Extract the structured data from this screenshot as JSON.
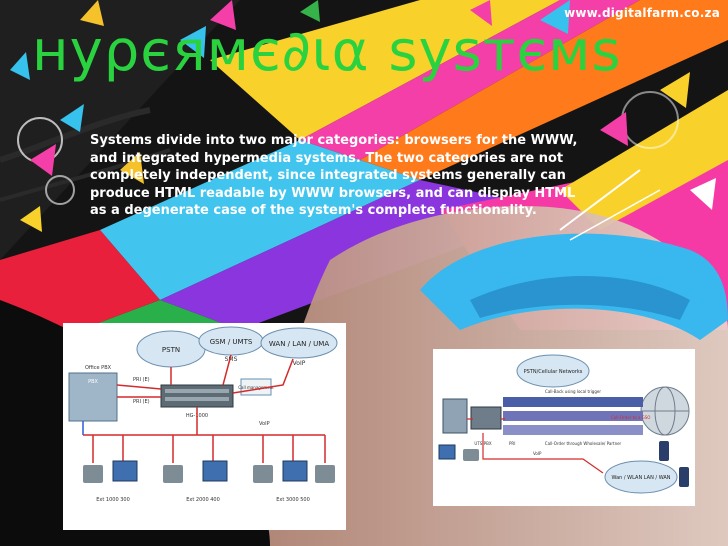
{
  "watermark": "www.digitalfarm.co.za",
  "title": "нуρєямє∂ια ѕуѕтємѕ",
  "body": "Systems divide into two major categories: browsers for the WWW, and integrated hypermedia systems. The two categories are not completely independent, since integrated systems generally can produce HTML readable by WWW browsers, and can display HTML as a degenerate case of the system's complete functionality.",
  "diagram_left": {
    "clouds": [
      "PSTN",
      "GSM / UMTS",
      "WAN / LAN / UMA"
    ],
    "labels": {
      "office_pbx": "Office PBX",
      "pbx": "PBX",
      "sms": "SMS",
      "voip": "VoIP",
      "call_management": "Call management",
      "hg": "HG-1000",
      "pri_a": "PRI (E)",
      "pri_b": "PRI (E)",
      "voip_wire": "VoIP"
    },
    "devices": [
      "Ext 1000\n300",
      "Ext 2000\n400",
      "Ext 3000\n500"
    ]
  },
  "diagram_right": {
    "clouds": [
      "PSTN/Cellular Networks",
      "Wan / WLAN\nLAN / WAN"
    ],
    "labels": {
      "call_back": "Call-Back using local trigger",
      "call_order": "Call-Order to a GSO",
      "call_order_2": "Call-Order through Wholesale/ Partner",
      "uts": "UTS-PBX",
      "pri": "PRI",
      "voip": "VoIP"
    }
  }
}
